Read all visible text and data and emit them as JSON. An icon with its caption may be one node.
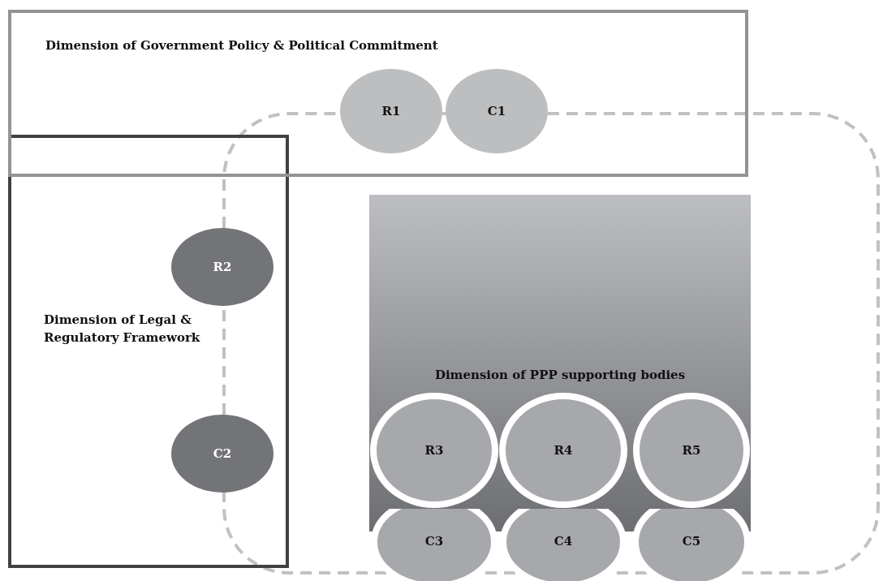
{
  "diagram": {
    "nodes": [
      {
        "text": [
          "Dimension of Government Policy & Political Commitment"
        ]
      },
      {
        "text": [
          "R1"
        ],
        "in": 0
      },
      {
        "text": [
          "C1"
        ],
        "in": 0
      },
      {
        "text": [
          "Dimension of Legal & Regulatory Framework"
        ]
      },
      {
        "text": [
          "R2"
        ],
        "in": 3
      },
      {
        "text": [
          "C2"
        ],
        "in": 3
      },
      {
        "text": [
          "Dimension of PPP supporting bodies"
        ]
      },
      {
        "text": [
          "R3"
        ],
        "in": 6
      },
      {
        "text": [
          "R4"
        ],
        "in": 6
      },
      {
        "text": [
          "R5"
        ],
        "in": 6
      },
      {
        "text": [
          "C3"
        ]
      },
      {
        "text": [
          "C4"
        ]
      },
      {
        "text": [
          "C5"
        ]
      }
    ],
    "edges": [
      {
        "from": 1,
        "to": 2,
        "arrow": "none",
        "style": "dashed"
      },
      {
        "from": 2,
        "to": 12,
        "arrow": "none",
        "style": "dashed"
      },
      {
        "from": 12,
        "to": 11,
        "arrow": "none",
        "style": "dashed"
      },
      {
        "from": 11,
        "to": 10,
        "arrow": "none",
        "style": "dashed"
      },
      {
        "from": 10,
        "to": 5,
        "arrow": "none",
        "style": "dashed"
      },
      {
        "from": 5,
        "to": 4,
        "arrow": "none",
        "style": "dashed"
      },
      {
        "from": 4,
        "to": 1,
        "arrow": "none",
        "style": "dashed"
      }
    ]
  }
}
